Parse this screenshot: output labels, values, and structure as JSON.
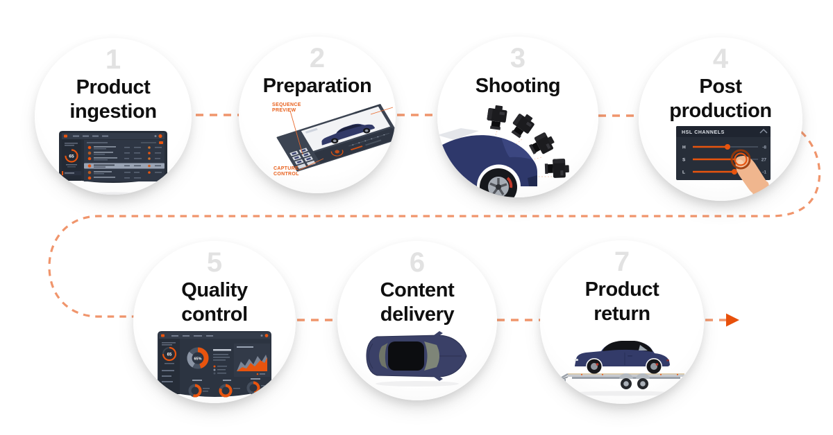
{
  "diagram": {
    "steps": [
      {
        "number": "1",
        "title": "Product ingestion",
        "illustration": "monitor-with-product-list",
        "screen": {
          "gauge": "65"
        }
      },
      {
        "number": "2",
        "title": "Preparation",
        "illustration": "capture-software-perspective",
        "labels": {
          "sequence_preview_line1": "SEQUENCE",
          "sequence_preview_line2": "PREVIEW",
          "capture_control_line1": "CAPTURE",
          "capture_control_line2": "CONTROL"
        }
      },
      {
        "number": "3",
        "title": "Shooting",
        "illustration": "car-front-with-camera-array"
      },
      {
        "number": "4",
        "title": "Post production",
        "illustration": "hsl-sliders-touch",
        "hsl_panel": {
          "title": "HSL CHANNELS",
          "channels": [
            {
              "label": "H",
              "value": "-8"
            },
            {
              "label": "S",
              "value": "27"
            },
            {
              "label": "L",
              "value": "-1"
            }
          ]
        }
      },
      {
        "number": "5",
        "title": "Quality control",
        "illustration": "analytics-dashboard",
        "screen": {
          "gauge": "65",
          "donut": "65%"
        }
      },
      {
        "number": "6",
        "title": "Content delivery",
        "illustration": "car-top-view"
      },
      {
        "number": "7",
        "title": "Product return",
        "illustration": "car-on-trailer"
      }
    ],
    "colors": {
      "accent": "#e8540e",
      "connector_dash": "#f0956c",
      "arrowhead": "#e8500b",
      "step_number": "#e2e2e2",
      "title": "#0f0f0f",
      "screen_background": "#2b3340",
      "car_blue": "#323a68"
    }
  }
}
